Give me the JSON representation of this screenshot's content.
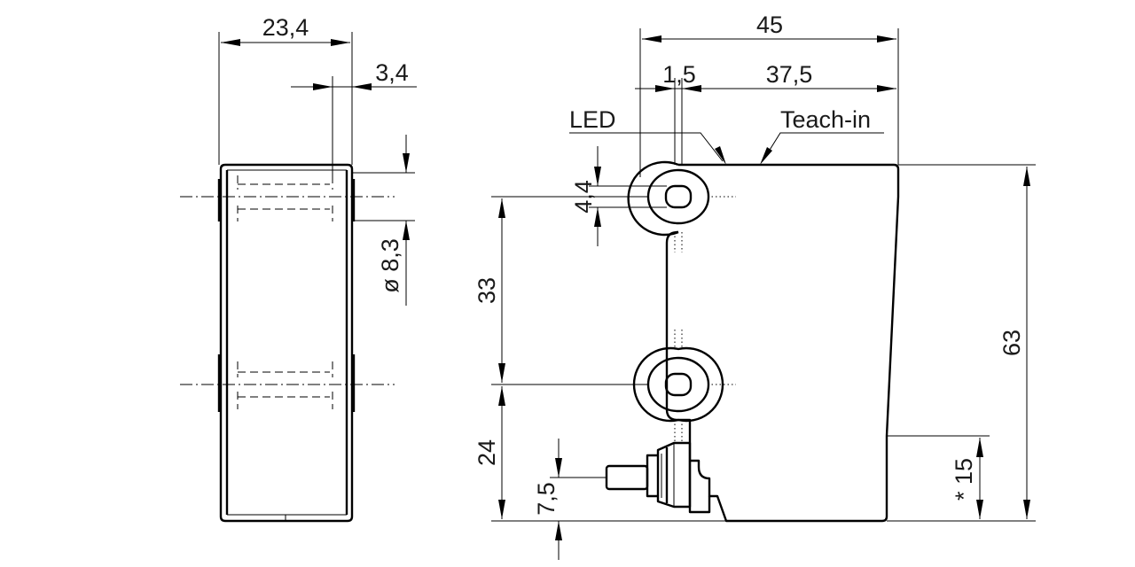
{
  "dimensions": {
    "width_side": "23,4",
    "offset_side": "3,4",
    "bore_diameter": "ø 8,3",
    "total_length": "45",
    "led_offset": "1,5",
    "teach_offset": "37,5",
    "slot_width": "4,4",
    "hole_spacing": "33",
    "hole_height": "24",
    "connector_height": "7,5",
    "total_height": "63",
    "lens_height": "* 15"
  },
  "callouts": {
    "led": "LED",
    "teach_in": "Teach-in"
  }
}
